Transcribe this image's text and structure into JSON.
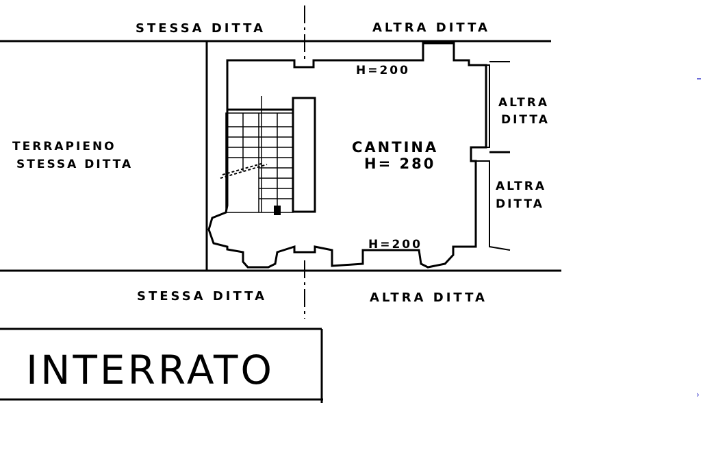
{
  "labels": {
    "top_left": "STESSA DITTA",
    "top_right": "ALTRA DITTA",
    "left_line1": "TERRAPIENO",
    "left_line2": "STESSA DITTA",
    "right_upper_line1": "ALTRA",
    "right_upper_line2": "DITTA",
    "right_lower_line1": "ALTRA",
    "right_lower_line2": "DITTA",
    "bottom_left": "STESSA DITTA",
    "bottom_right": "ALTRA DITTA",
    "room_name": "CANTINA",
    "room_height": "H= 280",
    "height_top": "H=200",
    "height_bottom": "H=200"
  },
  "title": "INTERRATO",
  "colors": {
    "ink": "#000000",
    "accent": "#3a3acc"
  }
}
